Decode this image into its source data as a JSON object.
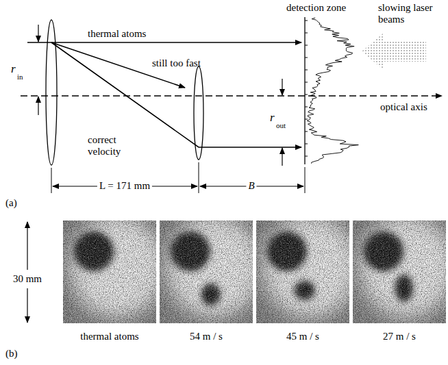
{
  "diagram": {
    "labels": [
      "detection zone",
      "thermal atoms",
      "still too fast",
      "correct velocity",
      "r",
      "in",
      "r",
      "out",
      "slowing laser beams",
      "optical axis",
      "L = 171 mm",
      "B",
      "(a)",
      "30 mm",
      "thermal atoms",
      "54 m / s",
      "45 m / s",
      "27 m / s",
      "(b)"
    ]
  }
}
